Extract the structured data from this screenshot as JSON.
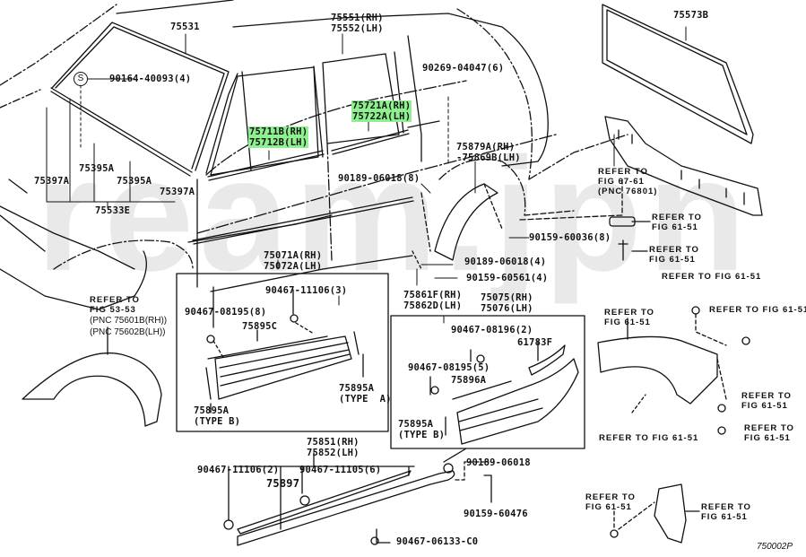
{
  "diagram": {
    "watermark": "ream.jpn",
    "figure_code": "750002P",
    "highlight_color": "#8ef08e",
    "symbol_s": "S",
    "labels": {
      "p75531": "75531",
      "p90164": "90164-40093(4)",
      "p75397a_left": "75397A",
      "p75395a_1": "75395A",
      "p75395a_2": "75395A",
      "p75397a_right": "75397A",
      "p75533e": "75533E",
      "p75551": "75551(RH)\n75552(LH)",
      "p75711b": "75711B(RH)\n75712B(LH)",
      "p75721a": "75721A(RH)\n75722A(LH)",
      "p90269": "90269-04047(6)",
      "p75879a": "75879A(RH)\n-75869B(LH)",
      "p90189_8": "90189-06018(8)",
      "p75573b": "75573B",
      "p90159_60036": "90159-60036(8)",
      "p90189_4": "90189-06018(4)",
      "p90159_60561": "90159-60561(4)",
      "p75861f": "75861F(RH)\n75862D(LH)",
      "p75071a": "75071A(RH)\n75072A(LH)",
      "p75075": "75075(RH)\n75076(LH)",
      "p90467_11106_3": "90467-11106(3)",
      "p90467_08195_8": "90467-08195(8)",
      "p75895c": "75895C",
      "p75895a_typeb_l": "75895A\n(TYPE B)",
      "p75895a_typea": "75895A\n(TYPE  A)",
      "p90467_08196": "90467-08196(2)",
      "p61783f": "61783F",
      "p90467_08195_5": "90467-08195(5)",
      "p75896a": "75896A",
      "p75895a_typeb_r": "75895A\n(TYPE B)",
      "p75851": "75851(RH)\n75852(LH)",
      "p90467_11106_2": "90467-11106(2)",
      "p90467_11105": "90467-11105(6)",
      "p75897": "75897",
      "p90189_06018": "90189-06018",
      "p90159_60476": "90159-60476",
      "p90467_06133": "90467-06133-C0"
    },
    "references": {
      "fig53_53": "REFER TO\nFIG 53-53",
      "pnc_75601b": "(PNC 75601B(RH))",
      "pnc_75602b": "(PNC 75602B(LH))",
      "fig67_61": "REFER TO\nFIG 67-61\n(PNC 76801)",
      "fig61_51_a": "REFER TO\nFIG 61-51",
      "fig61_51_b": "REFER TO\nFIG 61-51",
      "fig61_51_c": "REFER TO FIG 61-51",
      "fig61_51_d": "REFER TO\nFIG 61-51",
      "fig61_51_e": "REFER TO FIG 61-51",
      "fig61_51_f": "REFER TO\nFIG 61-51",
      "fig61_51_g": "REFER TO FIG 61-51",
      "fig61_51_h": "REFER TO\nFIG 61-51",
      "fig61_51_i": "REFER TO\nFIG 61-51",
      "fig61_51_j": "REFER TO\nFIG 61-51"
    }
  }
}
